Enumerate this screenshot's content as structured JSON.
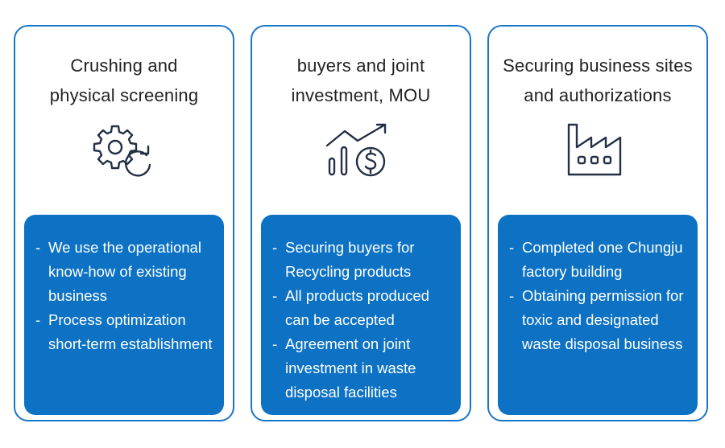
{
  "cards": [
    {
      "title": "Crushing and\nphysical screening",
      "icon": "gear-refresh-icon",
      "items": [
        "We use the operational know-how of existing business",
        "Process optimization short-term establishment"
      ]
    },
    {
      "title": "buyers and joint\ninvestment, MOU",
      "icon": "growth-chart-dollar-icon",
      "items": [
        "Securing buyers for Recycling products",
        "All products produced can be accepted",
        "Agreement on joint investment in waste disposal facilities"
      ]
    },
    {
      "title": "Securing business sites\nand authorizations",
      "icon": "factory-icon",
      "items": [
        "Completed one Chungju factory building",
        "Obtaining permission for toxic and designated waste disposal business"
      ]
    }
  ],
  "bullet_prefix": "-",
  "colors": {
    "accent": "#1976c9",
    "panel": "#0d72c4",
    "icon": "#233046",
    "text": "#222222"
  }
}
